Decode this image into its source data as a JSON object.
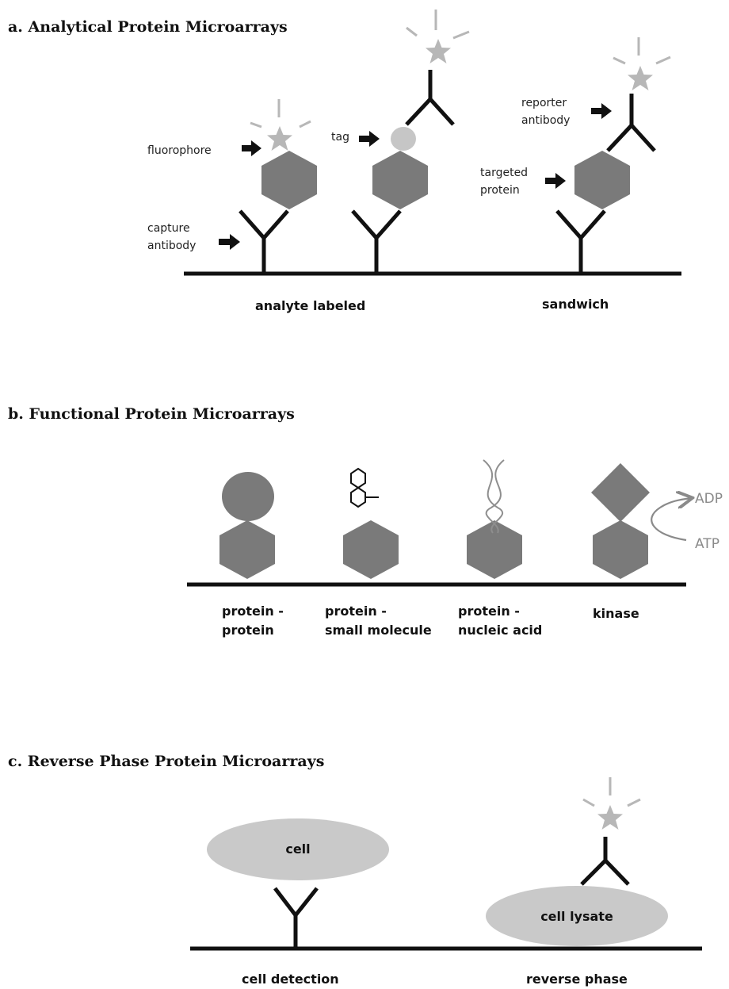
{
  "section_a": {
    "title": "a. Analytical Protein Microarrays",
    "labels": {
      "fluorophore": "fluorophore",
      "tag": "tag",
      "capture_1": "capture",
      "capture_2": "antibody",
      "reporter_1": "reporter",
      "reporter_2": "antibody",
      "targeted_1": "targeted",
      "targeted_2": "protein"
    },
    "captions": {
      "analyte_labeled": "analyte labeled",
      "sandwich": "sandwich"
    }
  },
  "section_b": {
    "title": "b. Functional Protein Microarrays",
    "captions": [
      {
        "line1": "protein -",
        "line2": "protein"
      },
      {
        "line1": "protein -",
        "line2": "small molecule"
      },
      {
        "line1": "protein -",
        "line2": "nucleic acid"
      },
      {
        "line1": "kinase",
        "line2": ""
      }
    ],
    "kinase": {
      "product": "ADP",
      "substrate": "ATP"
    }
  },
  "section_c": {
    "title": "c. Reverse Phase Protein Microarrays",
    "cell": "cell",
    "cell_lysate": "cell lysate",
    "captions": {
      "cell_detection": "cell detection",
      "reverse_phase": "reverse phase"
    }
  }
}
